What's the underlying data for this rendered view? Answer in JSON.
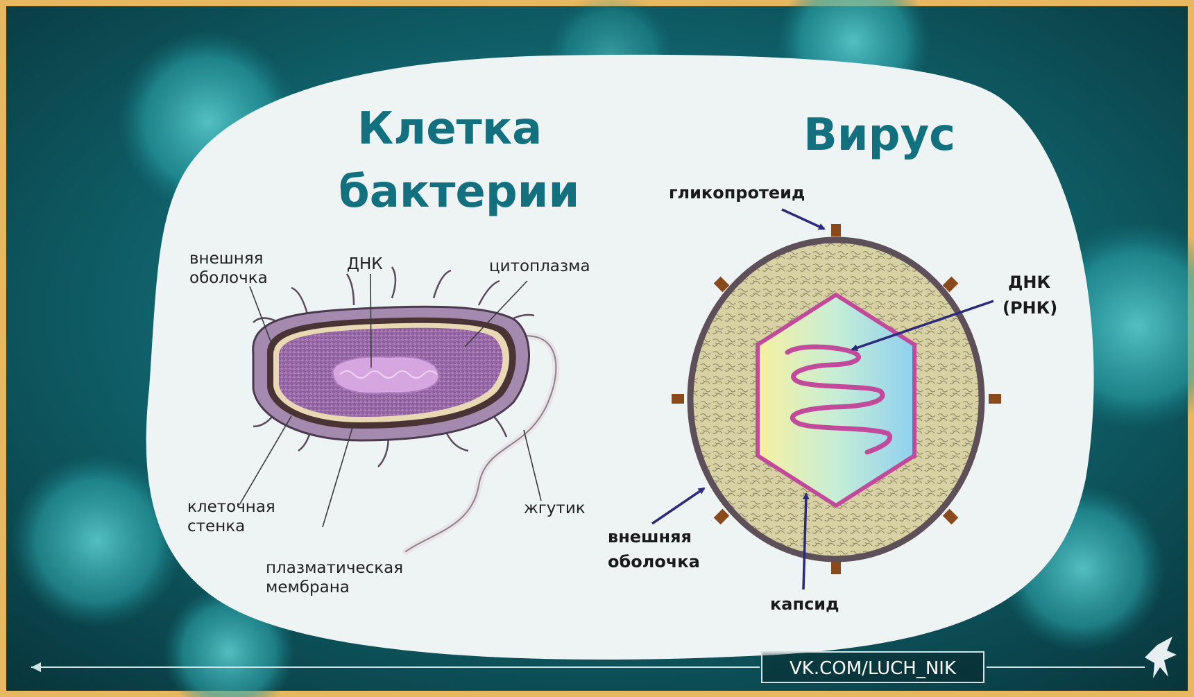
{
  "bacteria": {
    "title_line1": "Клетка",
    "title_line2": "бактерии",
    "labels": {
      "outer_shell_line1": "внешняя",
      "outer_shell_line2": "оболочка",
      "dna": "ДНК",
      "cytoplasm": "цитоплазма",
      "cell_wall_line1": "клеточная",
      "cell_wall_line2": "стенка",
      "flagellum": "жгутик",
      "membrane_line1": "плазматическая",
      "membrane_line2": "мембрана"
    }
  },
  "virus": {
    "title": "Вирус",
    "labels": {
      "glycoprotein": "гликопротеид",
      "dna_line1": "ДНК",
      "dna_line2": "(РНК)",
      "outer_shell_line1": "внешняя",
      "outer_shell_line2": "оболочка",
      "capsid": "капсид"
    }
  },
  "footer": {
    "link": "VK.COM/LUCH_NIK"
  },
  "colors": {
    "frame": "#e8b860",
    "background": "#0e4c54",
    "panel": "#eef3f4",
    "title": "#13707e",
    "bacteria_body": "#9a6aa8",
    "virus_fill": "#d9d2a6",
    "capsid": "#c24a9b",
    "arrow": "#2d2a7c"
  }
}
